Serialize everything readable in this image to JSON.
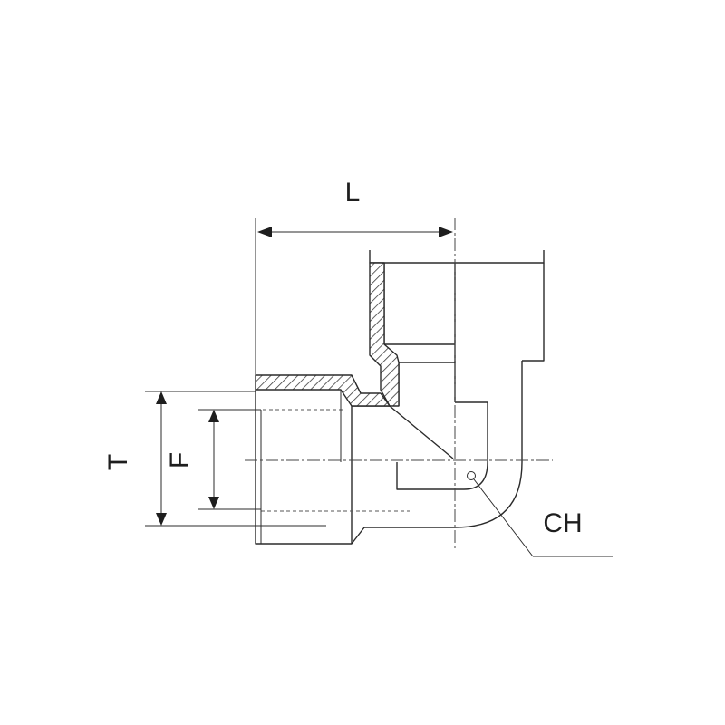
{
  "labels": {
    "length": "L",
    "thread": "T",
    "face": "F",
    "wrench": "CH"
  }
}
